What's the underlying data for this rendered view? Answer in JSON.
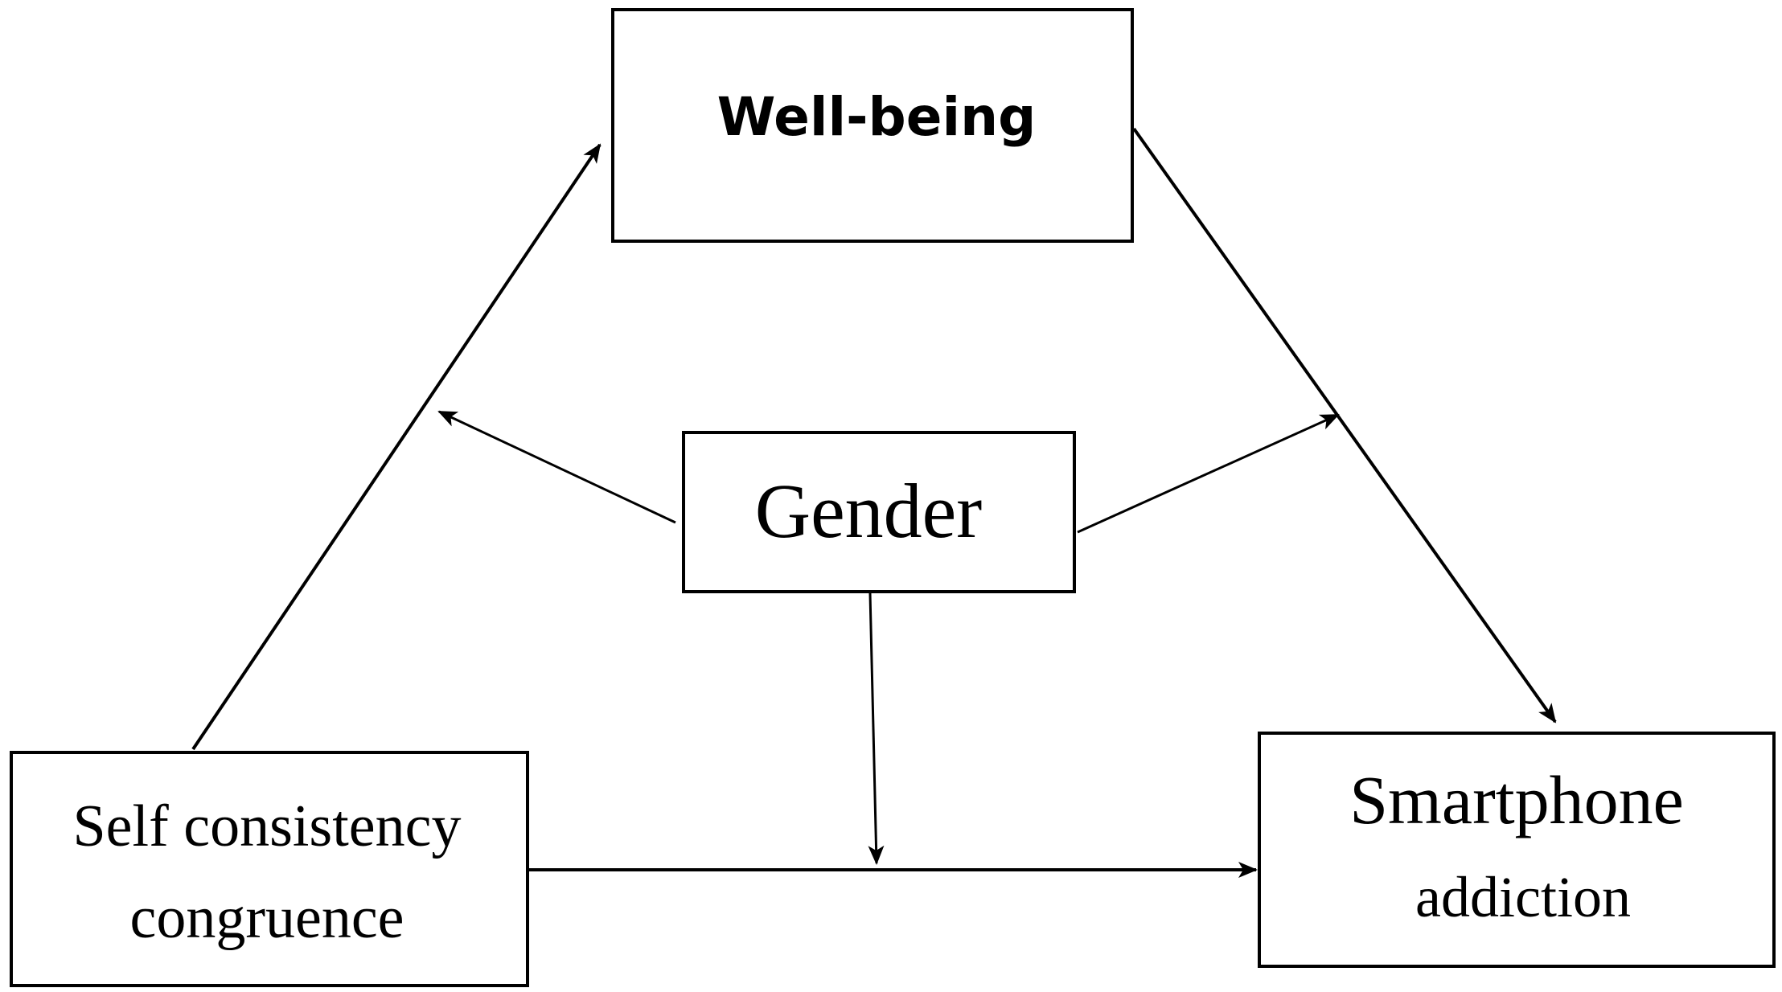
{
  "nodes": {
    "well_being": {
      "label": "Well-being"
    },
    "gender": {
      "label": "Gender"
    },
    "self_consistency": {
      "line1": "Self consistency",
      "line2": "congruence"
    },
    "smartphone_addiction": {
      "line1": "Smartphone",
      "line2": "addiction"
    }
  },
  "edges": [
    {
      "from": "self_consistency",
      "to": "well_being"
    },
    {
      "from": "well_being",
      "to": "smartphone_addiction"
    },
    {
      "from": "self_consistency",
      "to": "smartphone_addiction"
    },
    {
      "from": "gender",
      "to": "edge:self_consistency-well_being"
    },
    {
      "from": "gender",
      "to": "edge:well_being-smartphone_addiction"
    },
    {
      "from": "gender",
      "to": "edge:self_consistency-smartphone_addiction"
    }
  ],
  "colors": {
    "stroke": "#000000",
    "background": "#ffffff"
  }
}
